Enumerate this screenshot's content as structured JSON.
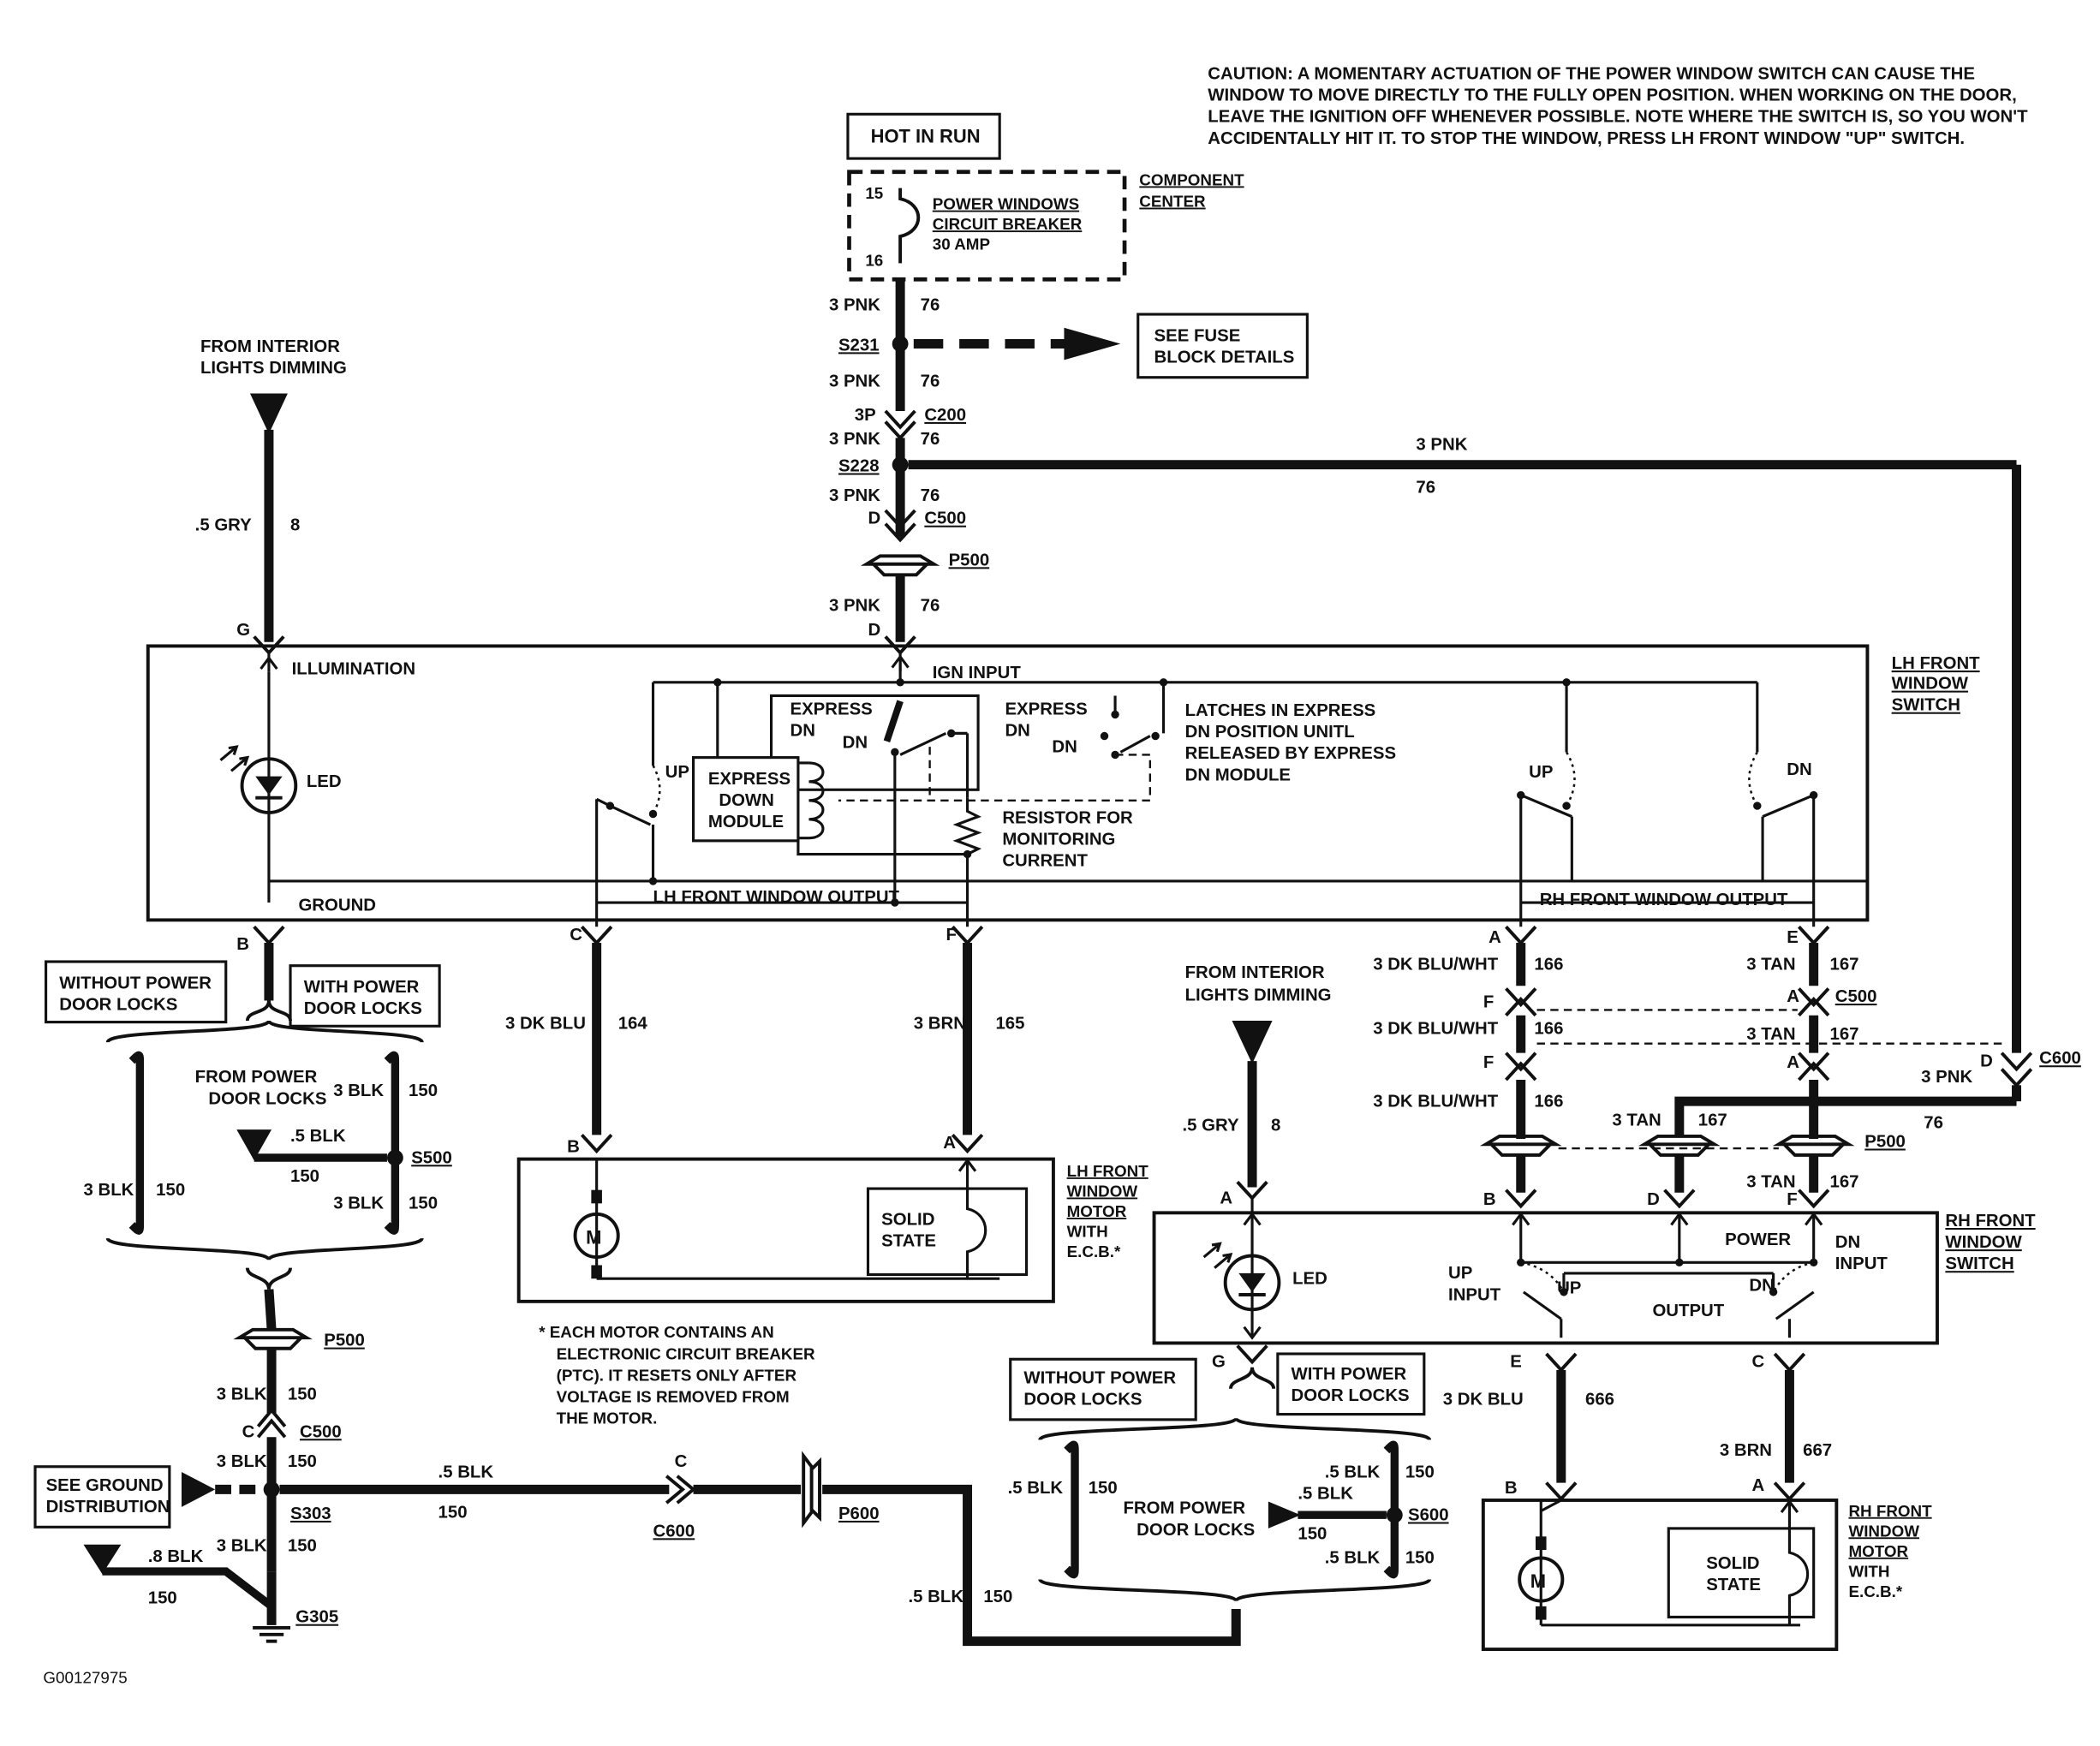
{
  "caution": [
    "CAUTION: A MOMENTARY ACTUATION OF THE POWER WINDOW SWITCH CAN CAUSE THE",
    "WINDOW TO MOVE DIRECTLY TO THE  FULLY OPEN POSITION. WHEN WORKING ON THE DOOR,",
    "LEAVE THE IGNITION OFF WHENEVER POSSIBLE. NOTE WHERE THE SWITCH IS, SO YOU WON'T",
    "ACCIDENTALLY HIT IT. TO STOP THE WINDOW, PRESS LH FRONT WINDOW \"UP\" SWITCH."
  ],
  "hot_in_run": "HOT IN RUN",
  "breaker": {
    "pin_top": "15",
    "pin_bottom": "16",
    "name": [
      "POWER WINDOWS",
      "CIRCUIT BREAKER"
    ],
    "rating": "30 AMP",
    "location": [
      "COMPONENT",
      "CENTER"
    ]
  },
  "fuse_block": [
    "SEE FUSE",
    "BLOCK DETAILS"
  ],
  "feed": {
    "wire": "3 PNK",
    "circuit": "76",
    "s231": "S231",
    "p3": "3P",
    "c200": "C200",
    "s228": "S228",
    "pin_d": "D",
    "c500": "C500",
    "p500": "P500"
  },
  "interior_left": [
    "FROM INTERIOR",
    "LIGHTS DIMMING"
  ],
  "gry_left": {
    "wire": ".5 GRY",
    "circuit": "8",
    "pin": "G"
  },
  "lh_switch": {
    "title": [
      "LH FRONT",
      "WINDOW",
      "SWITCH"
    ],
    "illumination": "ILLUMINATION",
    "led": "LED",
    "ground": "GROUND",
    "ign_input": "IGN INPUT",
    "express_dn_1": [
      "EXPRESS",
      "DN"
    ],
    "dn_1": "DN",
    "express_dn_2": [
      "EXPRESS",
      "DN"
    ],
    "dn_2": "DN",
    "latch_note": [
      "LATCHES IN EXPRESS",
      "DN POSITION UNITL",
      "RELEASED BY EXPRESS",
      "DN MODULE"
    ],
    "module": [
      "EXPRESS",
      "DOWN",
      "MODULE"
    ],
    "up": "UP",
    "resistor": [
      "RESISTOR FOR",
      "MONITORING",
      "CURRENT"
    ],
    "lh_output": "LH FRONT WINDOW OUTPUT",
    "rh_up": "UP",
    "rh_dn": "DN",
    "rh_output": "RH FRONT WINDOW OUTPUT"
  },
  "pins": {
    "b": "B",
    "c": "C",
    "f": "F",
    "a": "A",
    "e": "E",
    "d": "D",
    "g": "G"
  },
  "without_pdl": [
    "WITHOUT POWER",
    "DOOR LOCKS"
  ],
  "with_pdl": [
    "WITH POWER",
    "DOOR LOCKS"
  ],
  "from_pdl": [
    "FROM POWER",
    "DOOR LOCKS"
  ],
  "gnd_left": {
    "blk3": "3 BLK",
    "c150": "150",
    "blk5": ".5 BLK",
    "s500": "S500",
    "p500": "P500",
    "c500": "C500",
    "pin_c": "C",
    "see_ground": [
      "SEE GROUND",
      "DISTRIBUTION"
    ],
    "s303": "S303",
    "blk8": ".8 BLK",
    "g305": "G305",
    "c600": "C600",
    "p600": "P600"
  },
  "lh_motor_wires": {
    "dkblu": "3 DK BLU",
    "c164": "164",
    "brn": "3 BRN",
    "c165": "165"
  },
  "lh_motor": {
    "title": [
      "LH FRONT",
      "WINDOW",
      "MOTOR",
      "WITH",
      "E.C.B.*"
    ],
    "m": "M",
    "solid": [
      "SOLID",
      "STATE"
    ]
  },
  "ecb_note": [
    "*  EACH MOTOR CONTAINS AN",
    "ELECTRONIC CIRCUIT BREAKER",
    "(PTC). IT RESETS ONLY AFTER",
    "VOLTAGE IS REMOVED FROM",
    "THE MOTOR."
  ],
  "interior_right": [
    "FROM INTERIOR",
    "LIGHTS DIMMING"
  ],
  "gry_right": {
    "wire": ".5 GRY",
    "circuit": "8"
  },
  "rh_wires": {
    "dkbluwht": "3 DK BLU/WHT",
    "c166": "166",
    "tan": "3 TAN",
    "c167": "167",
    "c500": "C500",
    "c600": "C600",
    "pnk": "3 PNK",
    "c76": "76",
    "p500": "P500"
  },
  "rh_switch": {
    "title": [
      "RH FRONT",
      "WINDOW",
      "SWITCH"
    ],
    "led": "LED",
    "up_input": [
      "UP",
      "INPUT"
    ],
    "up": "UP",
    "power": "POWER",
    "dn_input": [
      "DN",
      "INPUT"
    ],
    "dn": "DN",
    "output": "OUTPUT"
  },
  "rh_motor_wires": {
    "dkblu": "3 DK BLU",
    "c666": "666",
    "brn": "3 BRN",
    "c667": "667"
  },
  "rh_motor": {
    "title": [
      "RH FRONT",
      "WINDOW",
      "MOTOR",
      "WITH",
      "E.C.B.*"
    ],
    "m": "M",
    "solid": [
      "SOLID",
      "STATE"
    ]
  },
  "gnd_right": {
    "blk5": ".5 BLK",
    "c150": "150",
    "s600": "S600"
  },
  "figure_id": "G00127975"
}
